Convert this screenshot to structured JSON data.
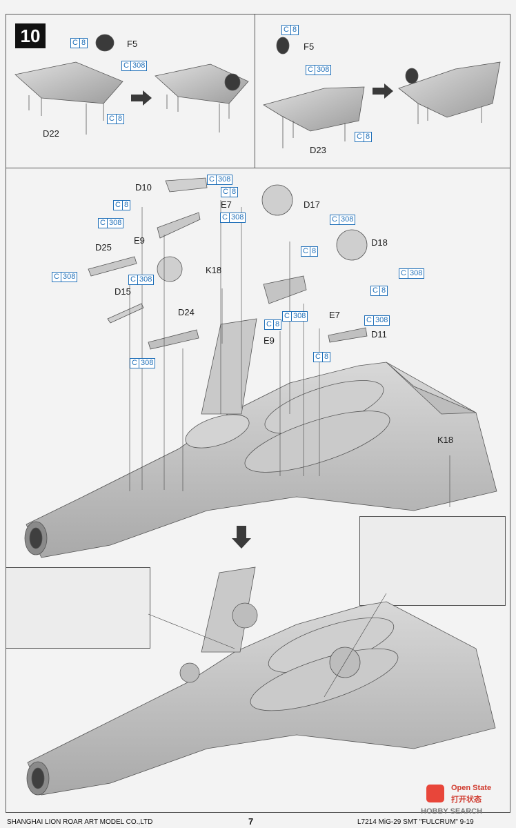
{
  "step": {
    "number": "10"
  },
  "parts": {
    "c8": [
      "C",
      "8"
    ],
    "c308": [
      "C",
      "308"
    ],
    "f5": "F5",
    "d22": "D22",
    "d23": "D23",
    "d10": "D10",
    "e7": "E7",
    "e9": "E9",
    "d17": "D17",
    "d18": "D18",
    "d25": "D25",
    "d15": "D15",
    "d24": "D24",
    "k18": "K18",
    "d11": "D11"
  },
  "legend": {
    "open_state_en": "Open State",
    "open_state_cn": "打开状态"
  },
  "footer": {
    "company": "SHANGHAI LION ROAR ART MODEL CO.,LTD",
    "page": "7",
    "product": "L7214  MiG-29  SMT \"FULCRUM\"  9-19"
  },
  "watermark": "HOBBY SEARCH",
  "colors": {
    "ink": "#1a1a1a",
    "callout_blue": "#1f6fb8",
    "model_gray": "#c4c4c4",
    "open_state_red": "#e8463a"
  }
}
